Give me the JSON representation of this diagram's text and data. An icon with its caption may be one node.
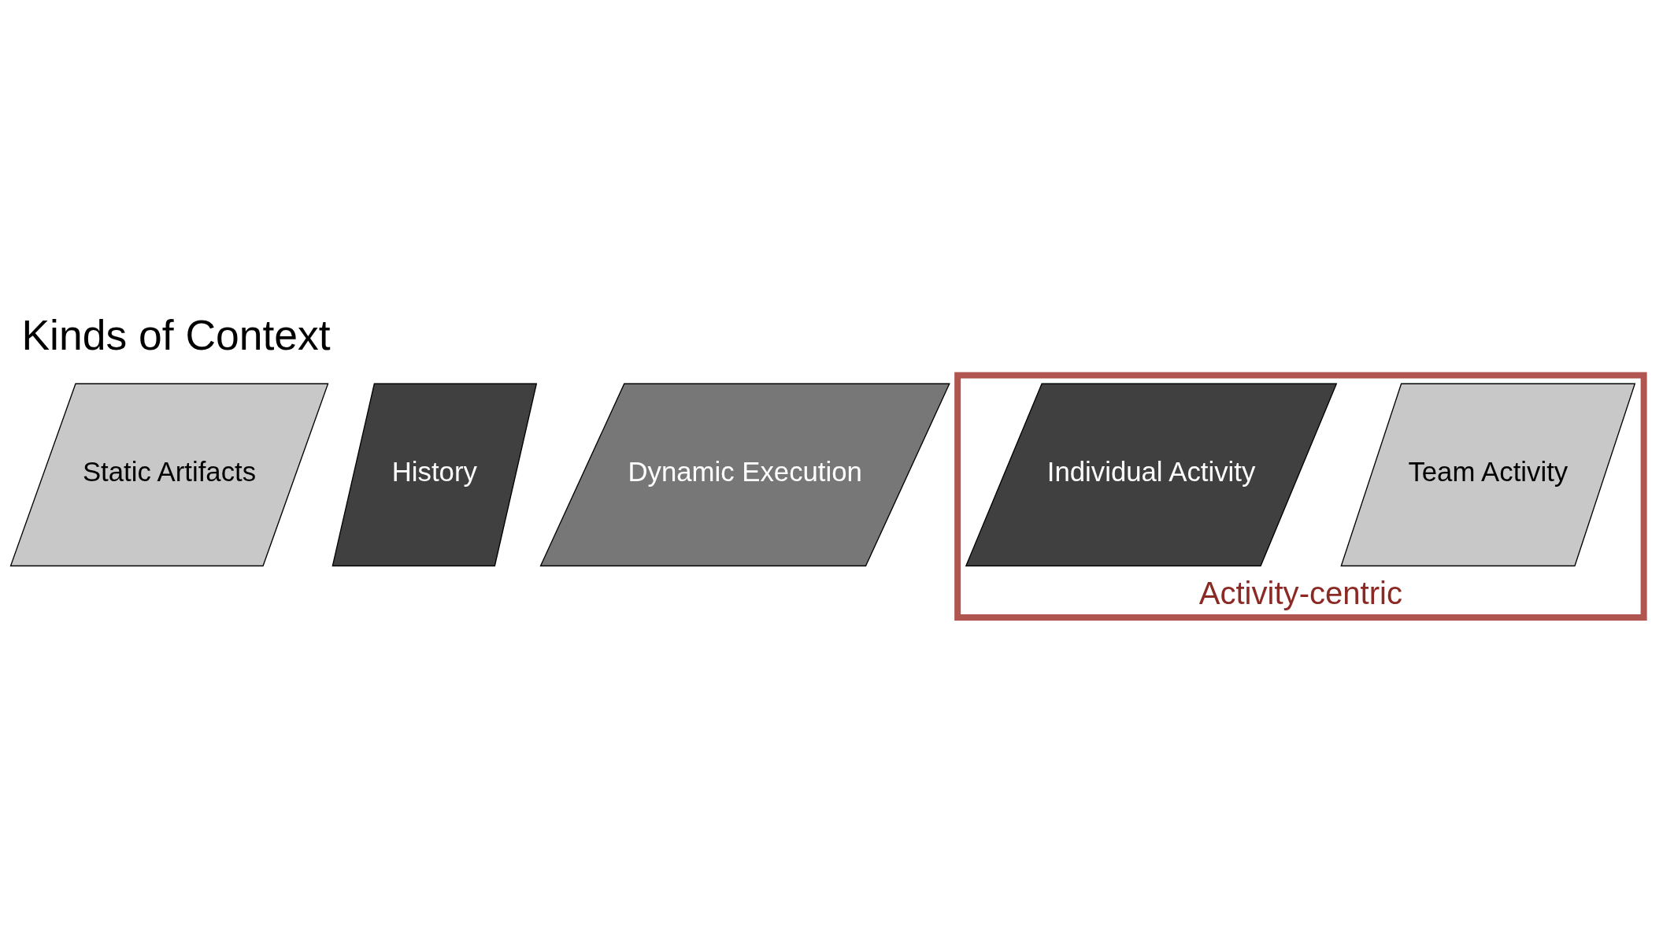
{
  "diagram": {
    "title": "Kinds of Context",
    "nodes": [
      {
        "text": [
          "Static Artifacts"
        ]
      },
      {
        "text": [
          "History"
        ]
      },
      {
        "text": [
          "Dynamic Execution"
        ]
      },
      {
        "text": [
          "Activity-centric"
        ]
      },
      {
        "text": [
          "Individual Activity"
        ],
        "in": 3
      },
      {
        "text": [
          "Team Activity"
        ],
        "in": 3
      }
    ]
  }
}
